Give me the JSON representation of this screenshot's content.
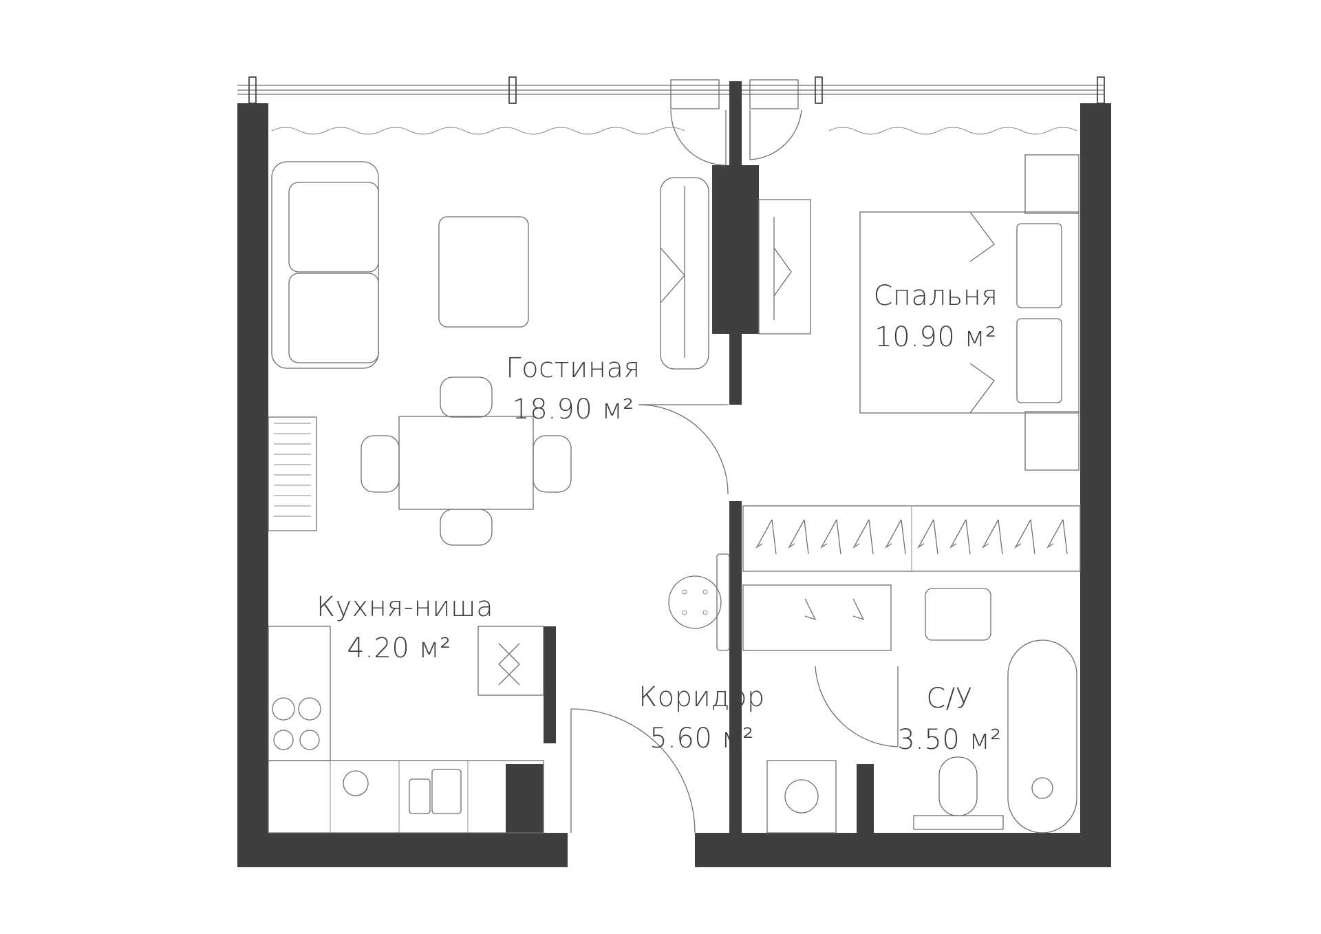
{
  "colors": {
    "wall": "#3f3f3f",
    "line": "#6e6e6e",
    "text": "#3d3d3d",
    "background": "#ffffff"
  },
  "rooms": {
    "living": {
      "name": "Гостиная",
      "area": "18.90 м²"
    },
    "bedroom": {
      "name": "Спальня",
      "area": "10.90 м²"
    },
    "kitchen": {
      "name": "Кухня-ниша",
      "area": "4.20 м²"
    },
    "corridor": {
      "name": "Коридор",
      "area": "5.60 м²"
    },
    "bathroom": {
      "name": "С/У",
      "area": "3.50 м²"
    }
  }
}
